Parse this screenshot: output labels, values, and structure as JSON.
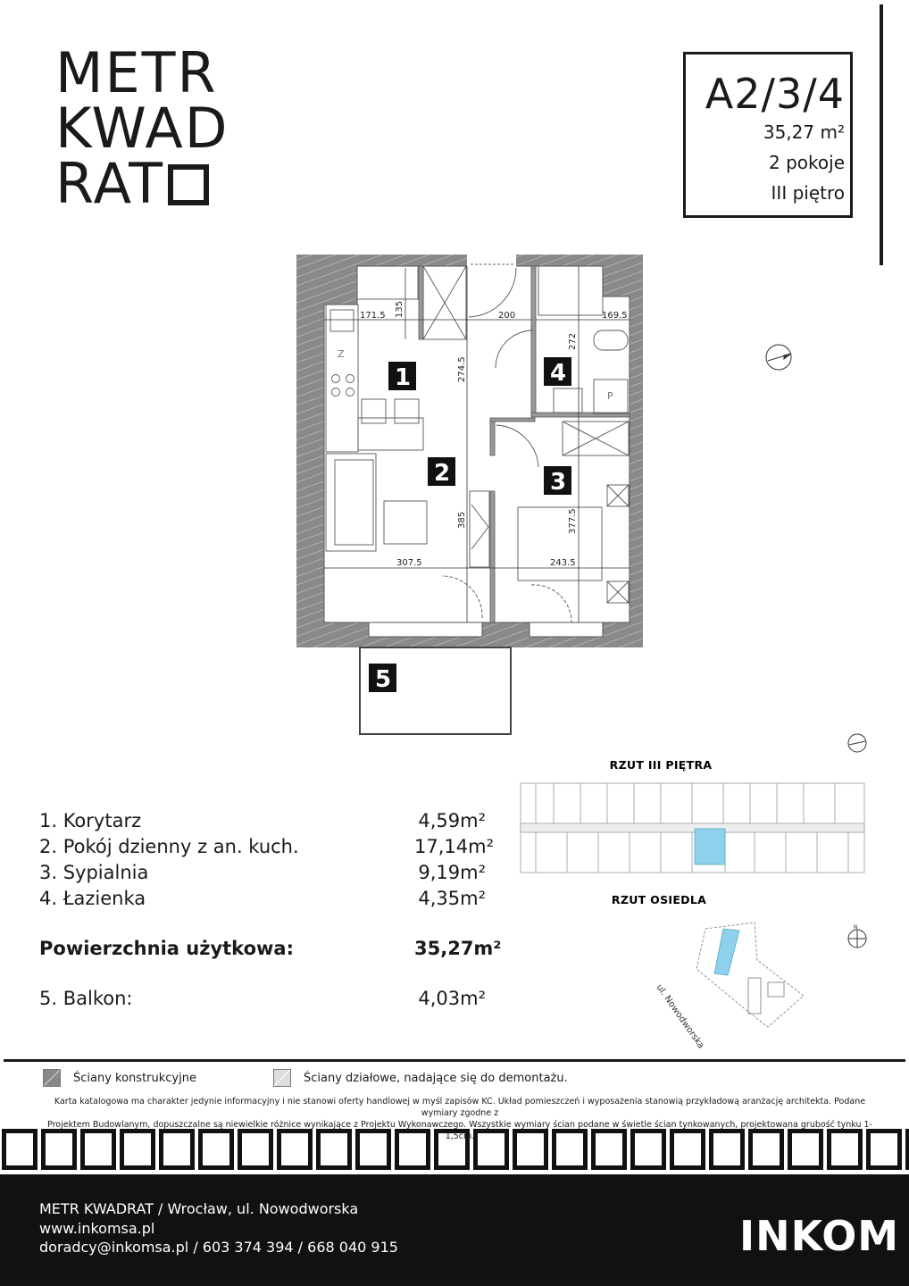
{
  "logo": {
    "line1": "METR",
    "line2": "KWAD",
    "line3": "RAT"
  },
  "unit": {
    "code": "A2/3/4",
    "area": "35,27 m²",
    "rooms": "2 pokoje",
    "floor": "III piętro"
  },
  "plan": {
    "room_numbers": [
      "1",
      "2",
      "3",
      "4",
      "5"
    ],
    "dims": [
      "171.5",
      "135",
      "200",
      "169.5",
      "274.5",
      "272",
      "385",
      "377.5",
      "307.5",
      "243.5"
    ],
    "fixture_labels": {
      "fridge": "Z",
      "washer": "P"
    }
  },
  "room_list": [
    {
      "name": "1. Korytarz",
      "area": "4,59m²"
    },
    {
      "name": "2. Pokój dzienny z an. kuch.",
      "area": "17,14m²"
    },
    {
      "name": "3. Sypialnia",
      "area": "9,19m²"
    },
    {
      "name": "4. Łazienka",
      "area": "4,35m²"
    }
  ],
  "total": {
    "label": "Powierzchnia użytkowa:",
    "area": "35,27m²"
  },
  "balcony": {
    "label": "5. Balkon:",
    "area": "4,03m²"
  },
  "site": {
    "floor_plan_title": "RZUT III PIĘTRA",
    "estate_title": "RZUT OSIEDLA",
    "street": "ul. Nowodworska",
    "north": "N",
    "highlight_color": "#8fd0ec"
  },
  "legend": {
    "structural": "Ściany konstrukcyjne",
    "partition": "Ściany działowe, nadające się do demontażu."
  },
  "disclaimer": {
    "line1": "Karta katalogowa ma charakter jedynie informacyjny i nie stanowi oferty handlowej w myśl zapisów KC. Układ pomieszczeń i wyposażenia stanowią przykładową aranżację architekta. Podane wymiary zgodne z",
    "line2": "Projektem Budowlanym, dopuszczalne są niewielkie różnice wynikające z Projektu Wykonawczego. Wszystkie wymiary ścian podane w świetle ścian tynkowanych, projektowana grubość tynku 1-1,5cm."
  },
  "footer": {
    "address": "METR KWADRAT / Wrocław, ul. Nowodworska",
    "website": "www.inkomsa.pl",
    "contact": "doradcy@inkomsa.pl / 603 374 394 / 668 040 915",
    "brand": "INKOM"
  }
}
